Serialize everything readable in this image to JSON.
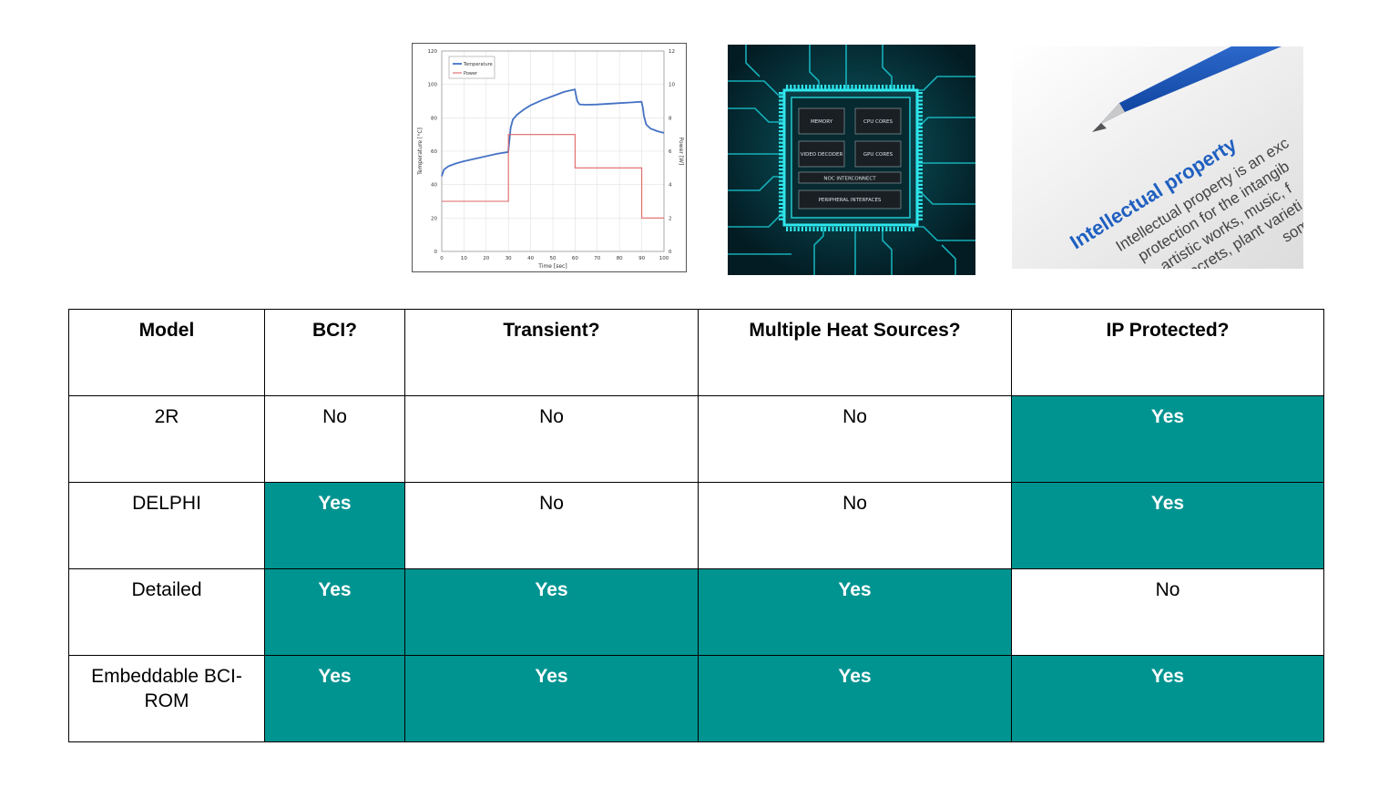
{
  "colors": {
    "accent_teal": "#009491",
    "border": "#000000",
    "temperature_line": "#4472c4",
    "power_line": "#e06666"
  },
  "images": {
    "thermal_chart": {
      "y_left_label": "Temperature [°C]",
      "y_right_label": "Power [W]",
      "x_label": "Time [sec]",
      "legend": [
        "Temperature",
        "Power"
      ],
      "y_left_ticks": [
        "0",
        "20",
        "40",
        "60",
        "80",
        "100",
        "120"
      ],
      "y_right_ticks": [
        "0",
        "2",
        "4",
        "6",
        "8",
        "10",
        "12"
      ],
      "x_ticks": [
        "0",
        "10",
        "20",
        "30",
        "40",
        "50",
        "60",
        "70",
        "80",
        "90",
        "100"
      ]
    },
    "chip": {
      "blocks": [
        "MEMORY",
        "CPU CORES",
        "VIDEO DECODER",
        "GPU CORES",
        "NOC INTERCONNECT",
        "PERIPHERAL INTERFACES"
      ]
    },
    "ip_photo": {
      "title": "Intellectual property",
      "lines": [
        "Intellectual property is an exc",
        "protection for the intangib",
        "artistic works, music, f",
        "secrets, plant varieti",
        "some o"
      ]
    }
  },
  "chart_data": {
    "type": "line",
    "xlabel": "Time [sec]",
    "ylabel": "Temperature [°C]",
    "y2label": "Power [W]",
    "xlim": [
      0,
      100
    ],
    "ylim": [
      0,
      120
    ],
    "y2lim": [
      0,
      12
    ],
    "series": [
      {
        "name": "Temperature",
        "axis": "left",
        "x": [
          0,
          1,
          3,
          6,
          10,
          15,
          20,
          25,
          29.9,
          30.5,
          31,
          32,
          34,
          37,
          40,
          45,
          50,
          55,
          59.9,
          60.5,
          61,
          62,
          65,
          70,
          75,
          80,
          85,
          89.9,
          90.5,
          91,
          92,
          94,
          97,
          100
        ],
        "y": [
          45,
          49,
          51,
          52.5,
          54,
          55.5,
          57,
          58.5,
          59.5,
          67,
          74,
          79,
          82,
          85,
          87.5,
          90.5,
          93,
          95.5,
          97,
          93,
          90,
          88,
          87.8,
          88,
          88.4,
          88.8,
          89.2,
          89.6,
          86,
          81,
          76,
          73.5,
          72,
          71
        ]
      },
      {
        "name": "Power",
        "axis": "right",
        "x": [
          0,
          30,
          30,
          60,
          60,
          90,
          90,
          100
        ],
        "y": [
          3,
          3,
          7,
          7,
          5,
          5,
          2,
          2
        ]
      }
    ]
  },
  "table": {
    "headers": [
      "Model",
      "BCI?",
      "Transient?",
      "Multiple Heat Sources?",
      "IP Protected?"
    ],
    "rows": [
      {
        "model": "2R",
        "cells": [
          {
            "text": "No",
            "highlight": false
          },
          {
            "text": "No",
            "highlight": false
          },
          {
            "text": "No",
            "highlight": false
          },
          {
            "text": "Yes",
            "highlight": true
          }
        ]
      },
      {
        "model": "DELPHI",
        "cells": [
          {
            "text": "Yes",
            "highlight": true
          },
          {
            "text": "No",
            "highlight": false
          },
          {
            "text": "No",
            "highlight": false
          },
          {
            "text": "Yes",
            "highlight": true
          }
        ]
      },
      {
        "model": "Detailed",
        "cells": [
          {
            "text": "Yes",
            "highlight": true
          },
          {
            "text": "Yes",
            "highlight": true
          },
          {
            "text": "Yes",
            "highlight": true
          },
          {
            "text": "No",
            "highlight": false
          }
        ]
      },
      {
        "model": "Embeddable BCI-ROM",
        "cells": [
          {
            "text": "Yes",
            "highlight": true
          },
          {
            "text": "Yes",
            "highlight": true
          },
          {
            "text": "Yes",
            "highlight": true
          },
          {
            "text": "Yes",
            "highlight": true
          }
        ]
      }
    ]
  }
}
